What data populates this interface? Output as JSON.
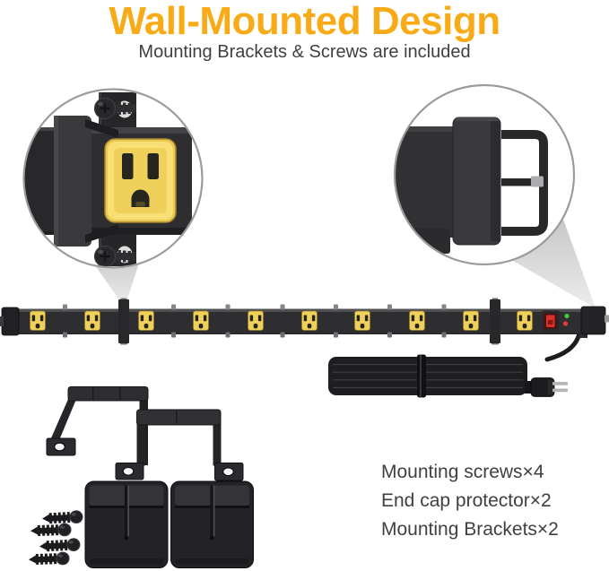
{
  "header": {
    "title": "Wall-Mounted Design",
    "subtitle": "Mounting Brackets & Screws are included"
  },
  "included": {
    "items": [
      {
        "label": "Mounting screws×4"
      },
      {
        "label": "End cap protector×2"
      },
      {
        "label": "Mounting Brackets×2"
      }
    ]
  },
  "colors": {
    "title_accent": "#F9AB17",
    "body_text": "#404040",
    "outlet_yellow": "#EFD05A",
    "strip_body": "#2E2E31",
    "switch_red": "#D8322C",
    "led_green": "#3FC93C",
    "led_red": "#E33B3B"
  },
  "illustration": {
    "power_strip": {
      "outlet_count": 10,
      "outlet_centers_x": [
        42,
        103,
        163,
        224,
        285,
        345,
        404,
        465,
        525,
        585
      ],
      "bracket_centers_x": [
        138,
        552
      ],
      "rivet_centers_x": [
        72.5,
        193.5,
        254,
        315,
        374.5,
        434.5,
        495
      ],
      "features": [
        "ten-outlet-strip",
        "power-switch",
        "indicator-leds",
        "wrapped-power-cord",
        "two-prong-plug"
      ]
    },
    "callouts": [
      {
        "name": "outlet-and-mounting-bracket-detail"
      },
      {
        "name": "end-cap-and-bracket-detail"
      }
    ],
    "kit": [
      "mounting-bracket",
      "mounting-bracket",
      "end-cap-protector",
      "end-cap-protector",
      "screw",
      "screw",
      "screw",
      "screw"
    ]
  }
}
